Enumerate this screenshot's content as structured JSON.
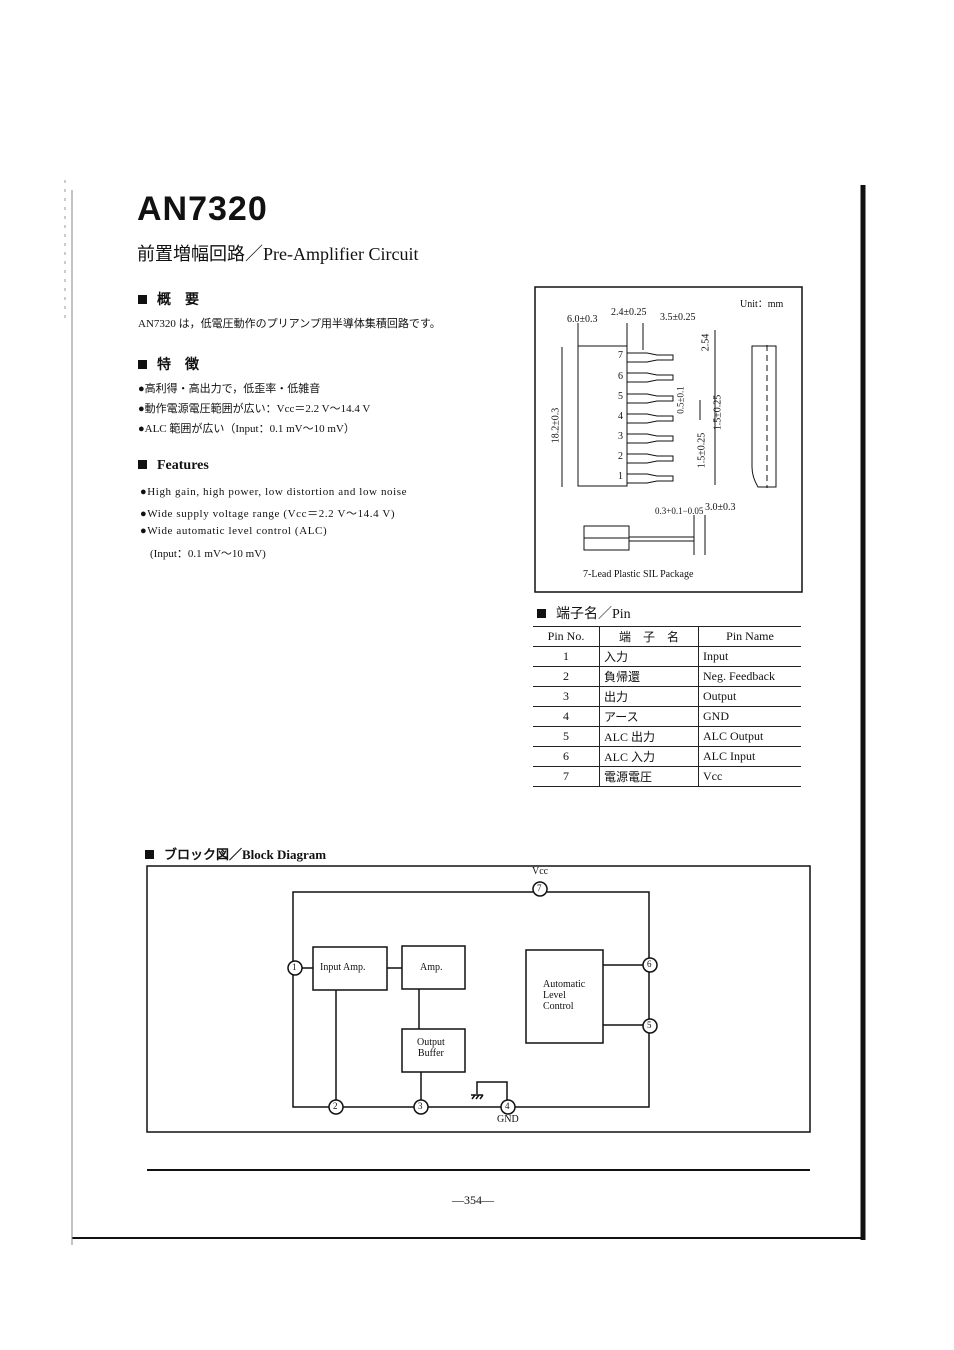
{
  "header": {
    "title": "AN7320",
    "subtitle": "前置増幅回路／Pre-Amplifier Circuit"
  },
  "overview": {
    "heading": "概　要",
    "text": "AN7320 は，低電圧動作のプリアンプ用半導体集積回路です。"
  },
  "features_jp": {
    "heading": "特　徴",
    "items": [
      "●高利得・高出力で，低歪率・低雑音",
      "●動作電源電圧範囲が広い：Vcc＝2.2 V～14.4 V",
      "●ALC 範囲が広い（Input：0.1 mV～10 mV）"
    ]
  },
  "features_en": {
    "heading": "Features",
    "items": [
      "●High gain, high power, low distortion and low noise",
      "●Wide supply voltage range (Vcc＝2.2 V～14.4 V)",
      "●Wide automatic level control (ALC)",
      "(Input：0.1 mV～10 mV)"
    ]
  },
  "package": {
    "unit": "Unit：mm",
    "dims": [
      "6.0±0.3",
      "2.4±0.25",
      "3.5±0.25",
      "2.54",
      "18.2±0.3",
      "0.5±0.1",
      "1.5±0.25",
      "1.5±0.25",
      "0.3+0.1−0.05",
      "3.0±0.3"
    ],
    "pins": [
      "7",
      "6",
      "5",
      "4",
      "3",
      "2",
      "1"
    ],
    "caption": "7-Lead Plastic SIL Package"
  },
  "pin_table": {
    "heading": "端子名／Pin",
    "columns": [
      "Pin No.",
      "端　子　名",
      "Pin Name"
    ],
    "rows": [
      [
        "1",
        "入力",
        "Input"
      ],
      [
        "2",
        "負帰還",
        "Neg. Feedback"
      ],
      [
        "3",
        "出力",
        "Output"
      ],
      [
        "4",
        "アース",
        "GND"
      ],
      [
        "5",
        "ALC 出力",
        "ALC Output"
      ],
      [
        "6",
        "ALC 入力",
        "ALC Input"
      ],
      [
        "7",
        "電源電圧",
        "Vcc"
      ]
    ]
  },
  "block": {
    "heading": "ブロック図／Block Diagram",
    "input_amp": "Input Amp.",
    "amp": "Amp.",
    "output_buffer": [
      "Output",
      "Buffer"
    ],
    "alc": [
      "Automatic",
      "Level",
      "Control"
    ],
    "vcc": "Vcc",
    "gnd": "GND",
    "pins": [
      "1",
      "2",
      "3",
      "4",
      "5",
      "6",
      "7"
    ]
  },
  "footer": {
    "page": "—354—"
  }
}
